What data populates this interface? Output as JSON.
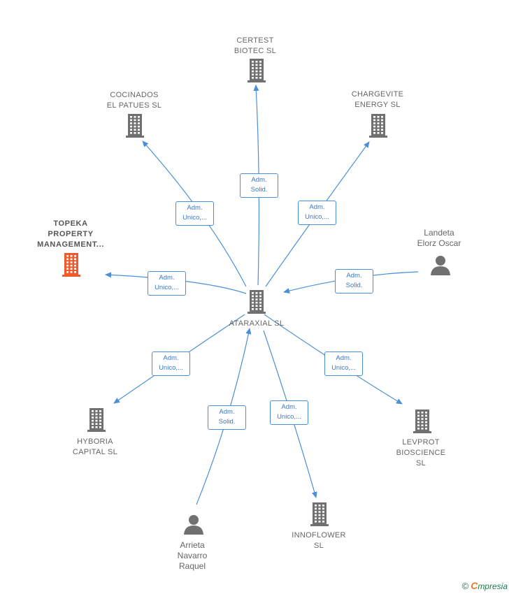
{
  "colors": {
    "edge": "#4a8fd8",
    "building": "#707070",
    "building_highlight": "#ee5a2c",
    "person": "#707070"
  },
  "nodes": {
    "center": {
      "label": "ATARAXIAL  SL",
      "icon": "building-icon"
    },
    "certest": {
      "label": "CERTEST\nBIOTEC SL",
      "icon": "building-icon"
    },
    "cocinados": {
      "label": "COCINADOS\nEL PATUES  SL",
      "icon": "building-icon"
    },
    "chargevite": {
      "label": "CHARGEVITE\nENERGY  SL",
      "icon": "building-icon"
    },
    "topeka": {
      "label": "TOPEKA\nPROPERTY\nMANAGEMENT...",
      "icon": "building-icon"
    },
    "landeta": {
      "label": "Landeta\nElorz Oscar",
      "icon": "person-icon"
    },
    "hyboria": {
      "label": "HYBORIA\nCAPITAL  SL",
      "icon": "building-icon"
    },
    "levprot": {
      "label": "LEVPROT\nBIOSCIENCE\nSL",
      "icon": "building-icon"
    },
    "arrieta": {
      "label": "Arrieta\nNavarro\nRaquel",
      "icon": "person-icon"
    },
    "innoflower": {
      "label": "INNOFLOWER\nSL",
      "icon": "building-icon"
    }
  },
  "edges": {
    "certest": "Adm.\nSolid.",
    "cocinados": "Adm.\nUnico,...",
    "chargevite": "Adm.\nUnico,...",
    "topeka": "Adm.\nUnico,...",
    "landeta": "Adm.\nSolid.",
    "hyboria": "Adm.\nUnico,...",
    "levprot": "Adm.\nUnico,...",
    "arrieta": "Adm.\nSolid.",
    "innoflower": "Adm.\nUnico,..."
  },
  "footer": {
    "copyright": "©",
    "brand_initial": "C",
    "brand_rest": "mpresia"
  }
}
